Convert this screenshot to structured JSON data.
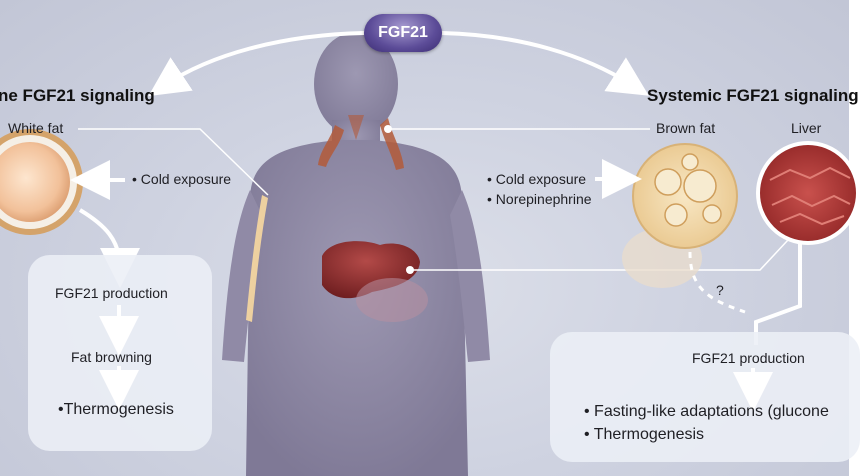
{
  "center_badge": "FGF21",
  "left": {
    "title": "ne FGF21 signaling",
    "tissue": "White fat",
    "stimulus": "• Cold exposure",
    "steps": [
      "FGF21 production",
      "Fat browning",
      "•Thermogenesis"
    ]
  },
  "right": {
    "title": "Systemic FGF21 signaling",
    "tissue_1": "Brown fat",
    "tissue_2": "Liver",
    "stimuli": [
      "• Cold exposure",
      "• Norepinephrine"
    ],
    "unknown_link": "?",
    "production": "FGF21 production",
    "outcomes": [
      "• Fasting-like adaptations (glucone",
      "• Thermogenesis"
    ]
  },
  "colors": {
    "background": "#cfd3e1",
    "badge": "#5c4c98",
    "silhouette": "#8f8aa5",
    "liver": "#8a2b2b",
    "white_fat": "#f6d2a8",
    "brown_fat": "#f1d5a0"
  }
}
